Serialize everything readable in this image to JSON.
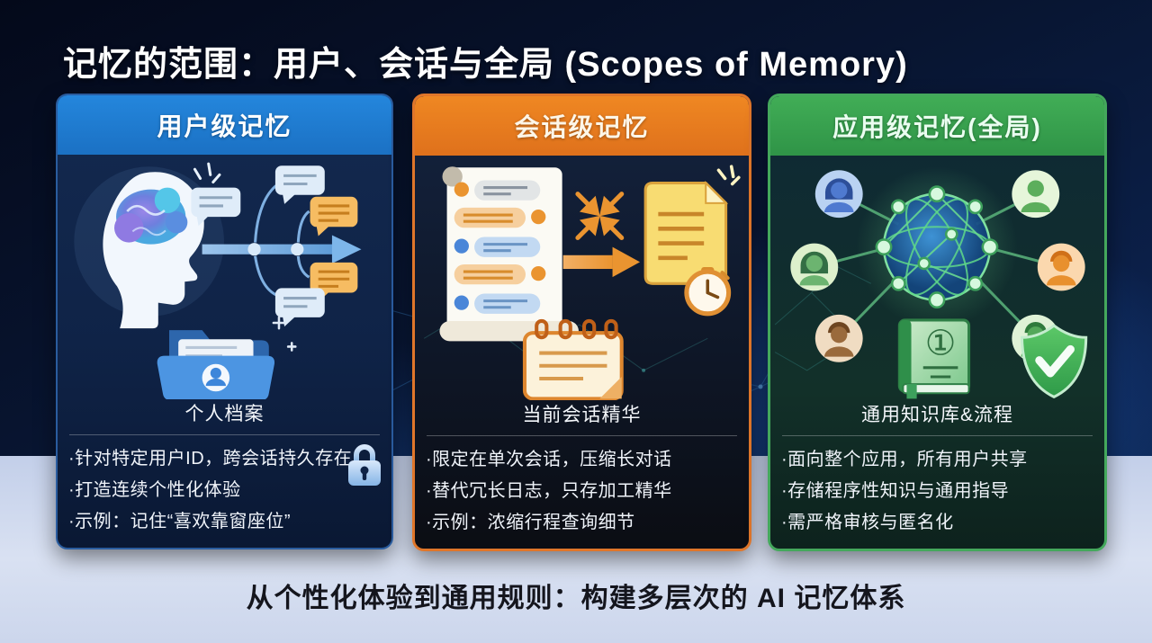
{
  "slide": {
    "title": "记忆的范围：用户、会话与全局 (Scopes of Memory)",
    "footer": "从个性化体验到通用规则：构建多层次的 AI 记忆体系"
  },
  "colors": {
    "user_accent": "#1e79cc",
    "session_accent": "#e8791e",
    "app_accent": "#38a24f",
    "slide_background": "#0a1733",
    "footer_strip": "#d0daee",
    "bullet_text": "#f0f4fa"
  },
  "cards": [
    {
      "header": "用户级记忆",
      "caption": "个人档案",
      "bullets": [
        "·针对特定用户ID，跨会话持久存在",
        "·打造连续个性化体验",
        "·示例：记住“喜欢靠窗座位”"
      ],
      "icons": [
        "brain-head-icon",
        "timeline-branches-icon",
        "chat-bubble-icons",
        "profile-folder-icon",
        "lock-icon"
      ]
    },
    {
      "header": "会话级记忆",
      "caption": "当前会话精华",
      "bullets": [
        "·限定在单次会话，压缩长对话",
        "·替代冗长日志，只存加工精华",
        "·示例：浓缩行程查询细节"
      ],
      "icons": [
        "chat-scroll-icon",
        "compress-arrows-icon",
        "arrow-right-icon",
        "summary-document-icon",
        "stopwatch-icon",
        "notepad-icon"
      ]
    },
    {
      "header": "应用级记忆(全局)",
      "caption": "通用知识库&流程",
      "book_badge": "①",
      "bullets": [
        "·面向整个应用，所有用户共享",
        "·存储程序性知识与通用指导",
        "·需严格审核与匿名化"
      ],
      "icons": [
        "user-network-globe-icon",
        "avatar-icons",
        "knowledge-book-icon",
        "shield-check-icon"
      ]
    }
  ]
}
